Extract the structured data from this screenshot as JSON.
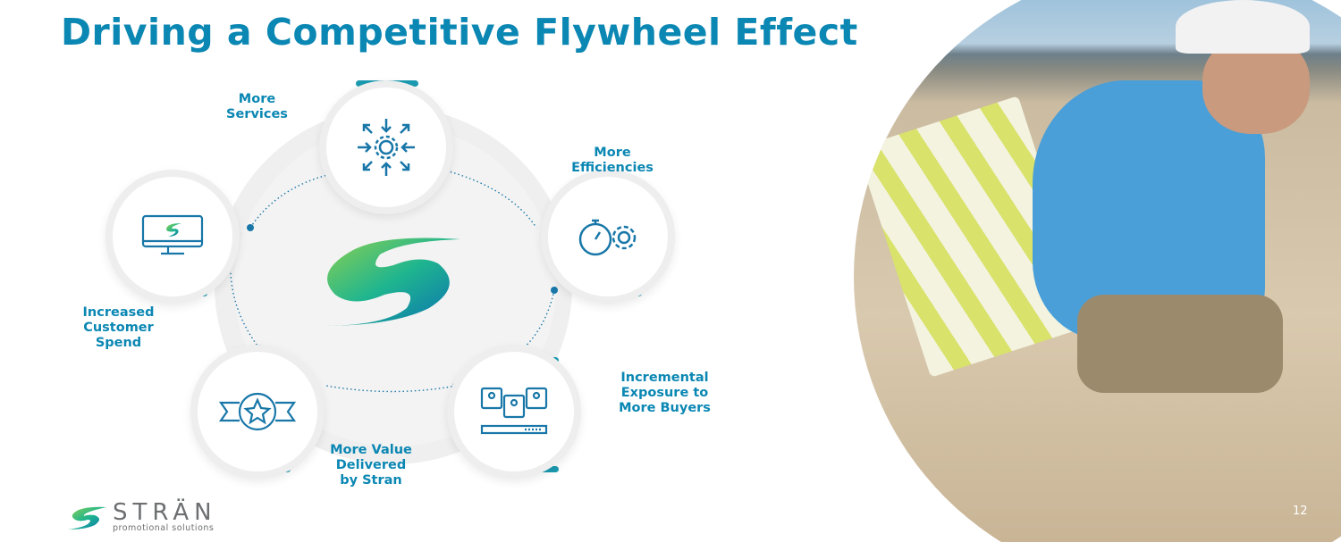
{
  "title": "Driving a Competitive Flywheel Effect",
  "nodes": [
    {
      "label": "More\nServices",
      "icon": "gear-arrows-icon"
    },
    {
      "label": "More\nEfficiencies",
      "icon": "stopwatch-gear-icon"
    },
    {
      "label": "Incremental\nExposure to\nMore Buyers",
      "icon": "buyers-network-icon"
    },
    {
      "label": "More Value\nDelivered\nby Stran",
      "icon": "star-badge-icon"
    },
    {
      "label": "Increased\nCustomer\nSpend",
      "icon": "monitor-logo-icon"
    }
  ],
  "logo": {
    "brand": "STRÄN",
    "tagline": "promotional solutions"
  },
  "page_number": "12",
  "colors": {
    "accent": "#0b87b3",
    "bar": "#1b9ab0"
  }
}
